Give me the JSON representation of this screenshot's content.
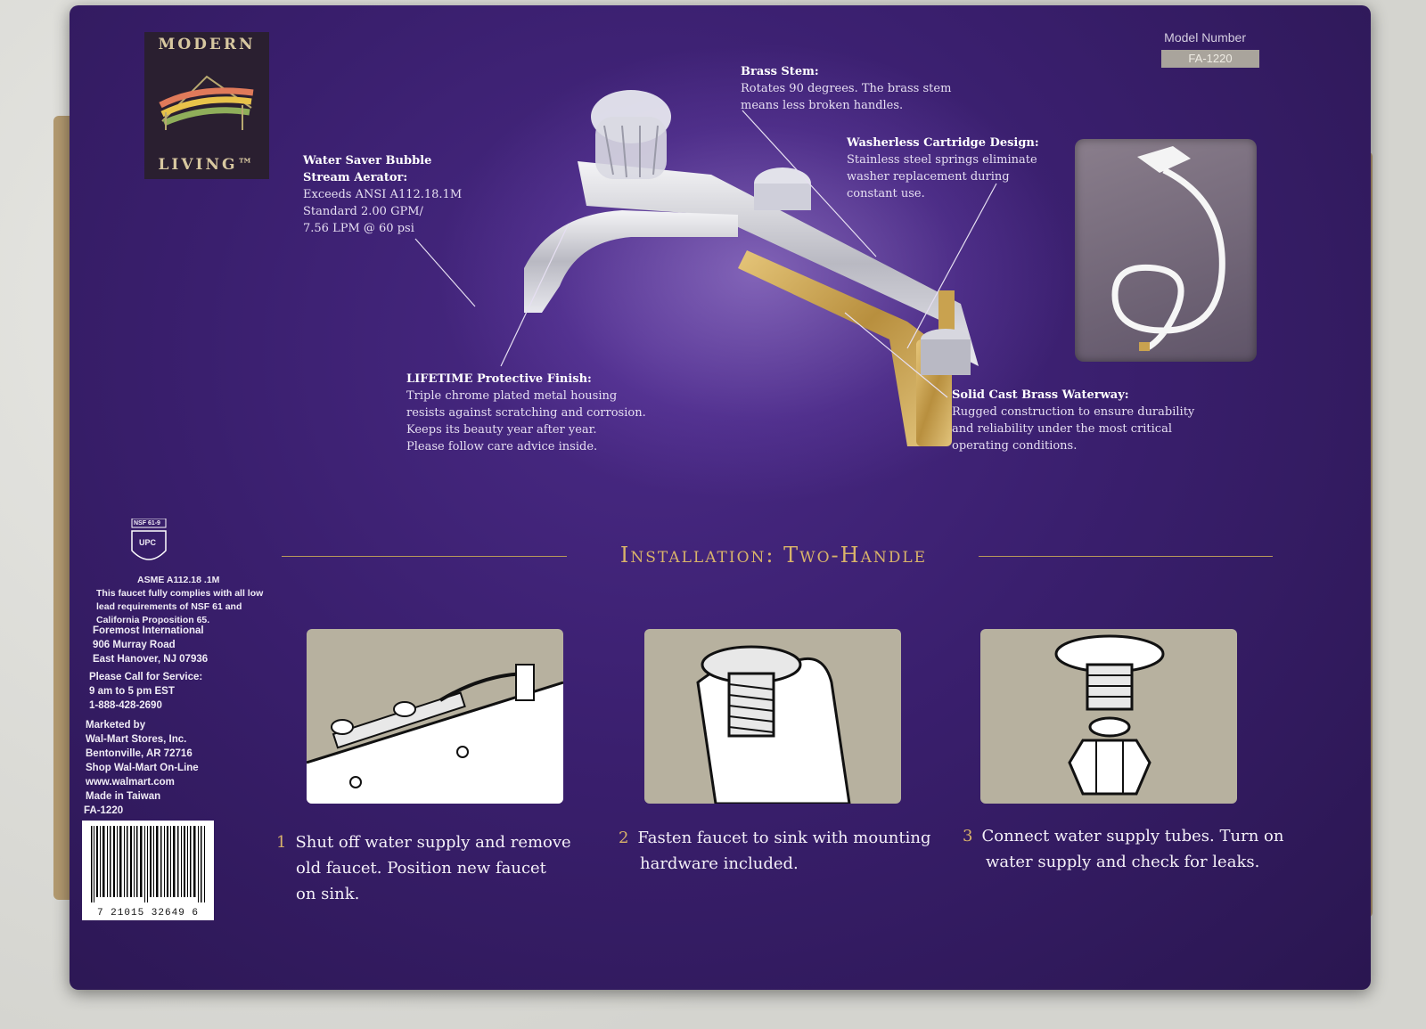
{
  "brand": {
    "line1": "MODERN",
    "line2": "LIVING™"
  },
  "model": {
    "label": "Model Number",
    "value": "FA-1220"
  },
  "callouts": {
    "aerator": {
      "title1": "Water Saver Bubble",
      "title2": "Stream Aerator:",
      "lines": [
        "Exceeds ANSI A112.18.1M",
        "Standard 2.00 GPM/",
        "7.56 LPM @ 60 psi"
      ]
    },
    "finish": {
      "title": "LIFETIME Protective Finish:",
      "lines": [
        "Triple chrome plated metal housing",
        "resists against scratching and corrosion.",
        "Keeps its beauty year after year.",
        "Please follow care advice inside."
      ]
    },
    "stem": {
      "title": "Brass Stem:",
      "lines": [
        "Rotates 90 degrees. The brass stem",
        "means less broken handles."
      ]
    },
    "cartridge": {
      "title": "Washerless Cartridge Design:",
      "lines": [
        "Stainless steel springs eliminate",
        "washer replacement during",
        "constant use."
      ]
    },
    "waterway": {
      "title": "Solid Cast Brass Waterway:",
      "lines": [
        "Rugged construction to ensure durability",
        "and reliability under the most critical",
        "operating conditions."
      ]
    }
  },
  "cert": {
    "nsf": "NSF 61-9",
    "upc": "UPC"
  },
  "info": {
    "asme": [
      "ASME A112.18 .1M",
      "This faucet fully complies with all low",
      "lead requirements of NSF 61 and",
      "California Proposition 65."
    ],
    "company": [
      "Foremost International",
      "906 Murray Road",
      "East Hanover, NJ 07936"
    ],
    "service": [
      "Please Call for Service:",
      "9 am to 5 pm EST",
      "1-888-428-2690"
    ],
    "marketed": [
      "Marketed by",
      "Wal-Mart Stores, Inc.",
      "Bentonville, AR 72716",
      "Shop Wal-Mart On-Line",
      "www.walmart.com",
      "Made in Taiwan"
    ],
    "code": "FA-1220"
  },
  "barcode": {
    "digits": "7  21015  32649  6"
  },
  "installation": {
    "title": "Installation: Two-Handle",
    "steps": [
      {
        "num": "1",
        "lines": [
          "Shut off water supply and remove",
          "old faucet. Position new faucet",
          "on sink."
        ]
      },
      {
        "num": "2",
        "lines": [
          "Fasten faucet to sink with mounting",
          "hardware included."
        ]
      },
      {
        "num": "3",
        "lines": [
          "Connect water supply tubes. Turn on",
          "water supply and check for leaks."
        ]
      }
    ]
  },
  "colors": {
    "box": "#3a1f6e",
    "accent": "#d9b36a",
    "panel": "#b7b19f"
  }
}
